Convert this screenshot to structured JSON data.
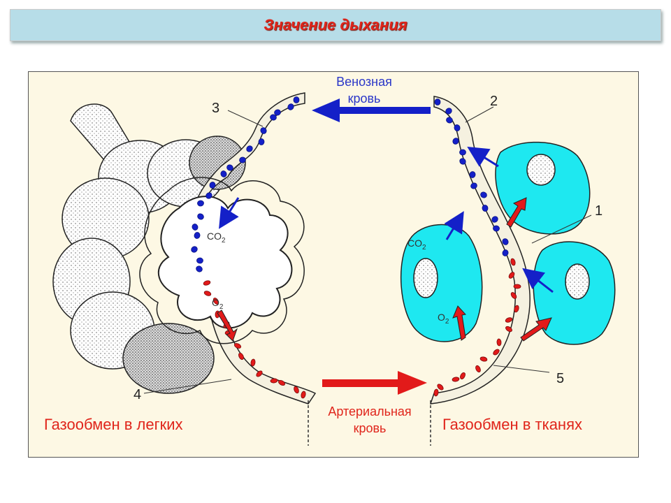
{
  "title": "Значение дыхания",
  "labels": {
    "venous_line1": "Венозная",
    "venous_line2": "кровь",
    "arterial_line1": "Артериальная",
    "arterial_line2": "кровь",
    "lungs_exchange": "Газообмен в легких",
    "tissue_exchange": "Газообмен в тканях",
    "co2_lung": "CO",
    "co2_lung_sub": "2",
    "o2_lung": "O",
    "o2_lung_sub": "2",
    "co2_tissue": "CO",
    "co2_tissue_sub": "2",
    "o2_tissue": "O",
    "o2_tissue_sub": "2",
    "num1": "1",
    "num2": "2",
    "num3": "3",
    "num4": "4",
    "num5": "5"
  },
  "colors": {
    "venous": "#1420c8",
    "arterial": "#e21a1a",
    "cell": "#1ee8f0",
    "title": "#e0251b",
    "blue_text": "#2a36c8",
    "red_text": "#e0251b"
  }
}
